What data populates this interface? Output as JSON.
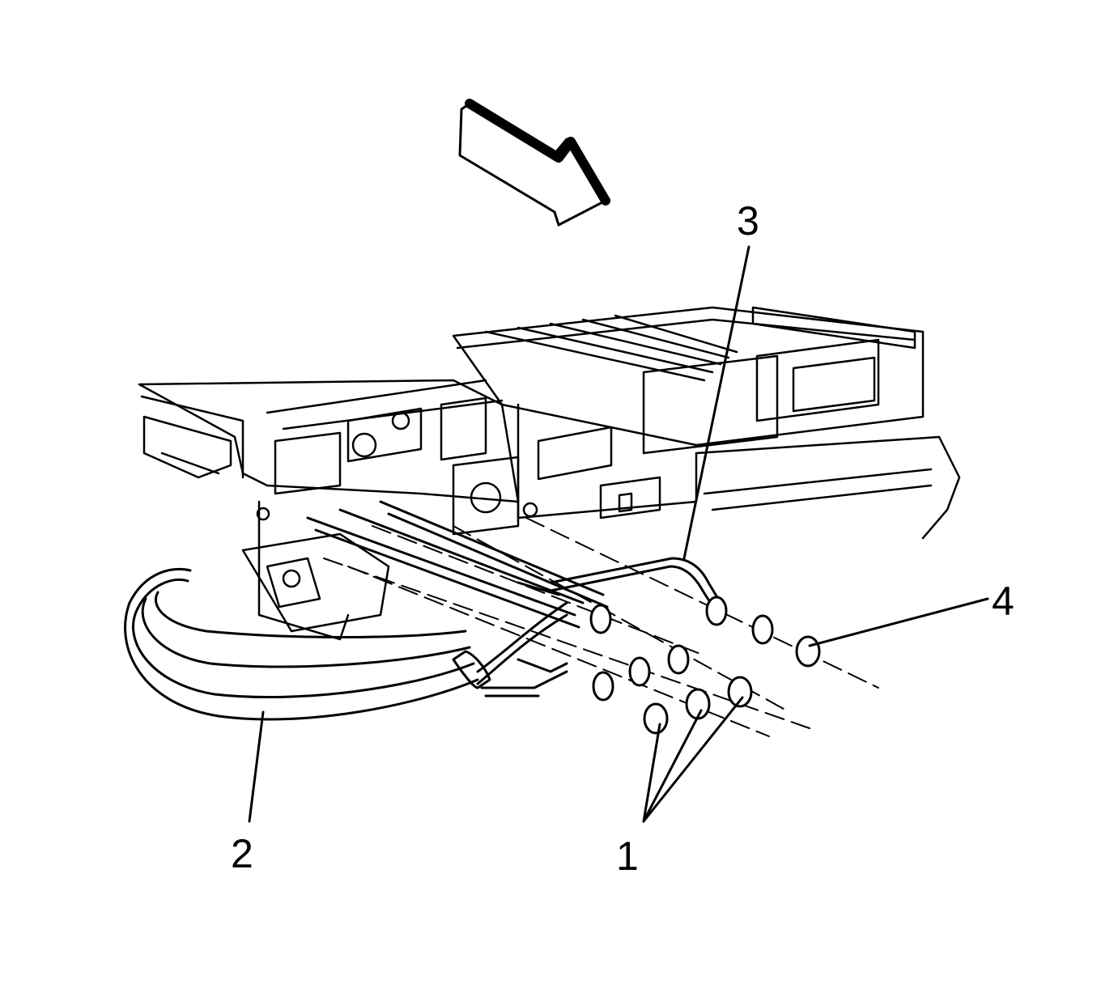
{
  "figure": {
    "callouts": [
      {
        "id": "1",
        "text": "1"
      },
      {
        "id": "2",
        "text": "2"
      },
      {
        "id": "3",
        "text": "3"
      },
      {
        "id": "4",
        "text": "4"
      }
    ],
    "ink_color": "#000000",
    "background_color": "#ffffff"
  }
}
